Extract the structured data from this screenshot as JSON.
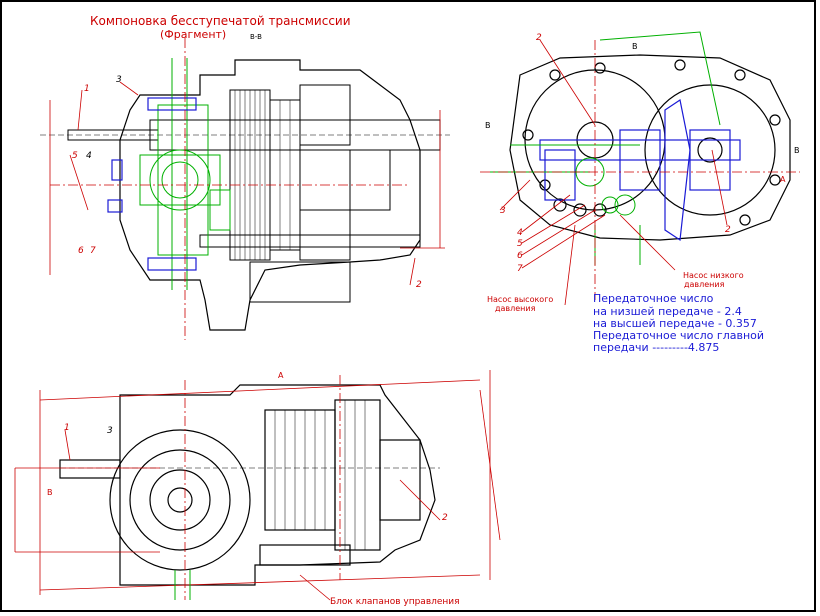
{
  "drawing": {
    "title": "Компоновка бесступечатой трансмиссии",
    "subtitle": "(Фрагмент)",
    "section_bb": "B-B"
  },
  "callouts": {
    "c1": "1",
    "c2": "2",
    "c3": "3",
    "c4": "4",
    "c5": "5",
    "c6": "6",
    "c7": "7"
  },
  "views": {
    "a": "A",
    "b": "B"
  },
  "labels": {
    "low_pump_1": "Насос низкого",
    "low_pump_2": "давления",
    "high_pump_1": "Насос высокого",
    "high_pump_2": "давления",
    "valve_block": "Блок клапанов управления"
  },
  "ratios": {
    "heading": "Передаточное число",
    "lowest": "на низшей передаче - 2.4",
    "highest": "на высшей передаче - 0.357",
    "final_1": "Передаточное число главной",
    "final_2": "передачи ---------4.875"
  }
}
